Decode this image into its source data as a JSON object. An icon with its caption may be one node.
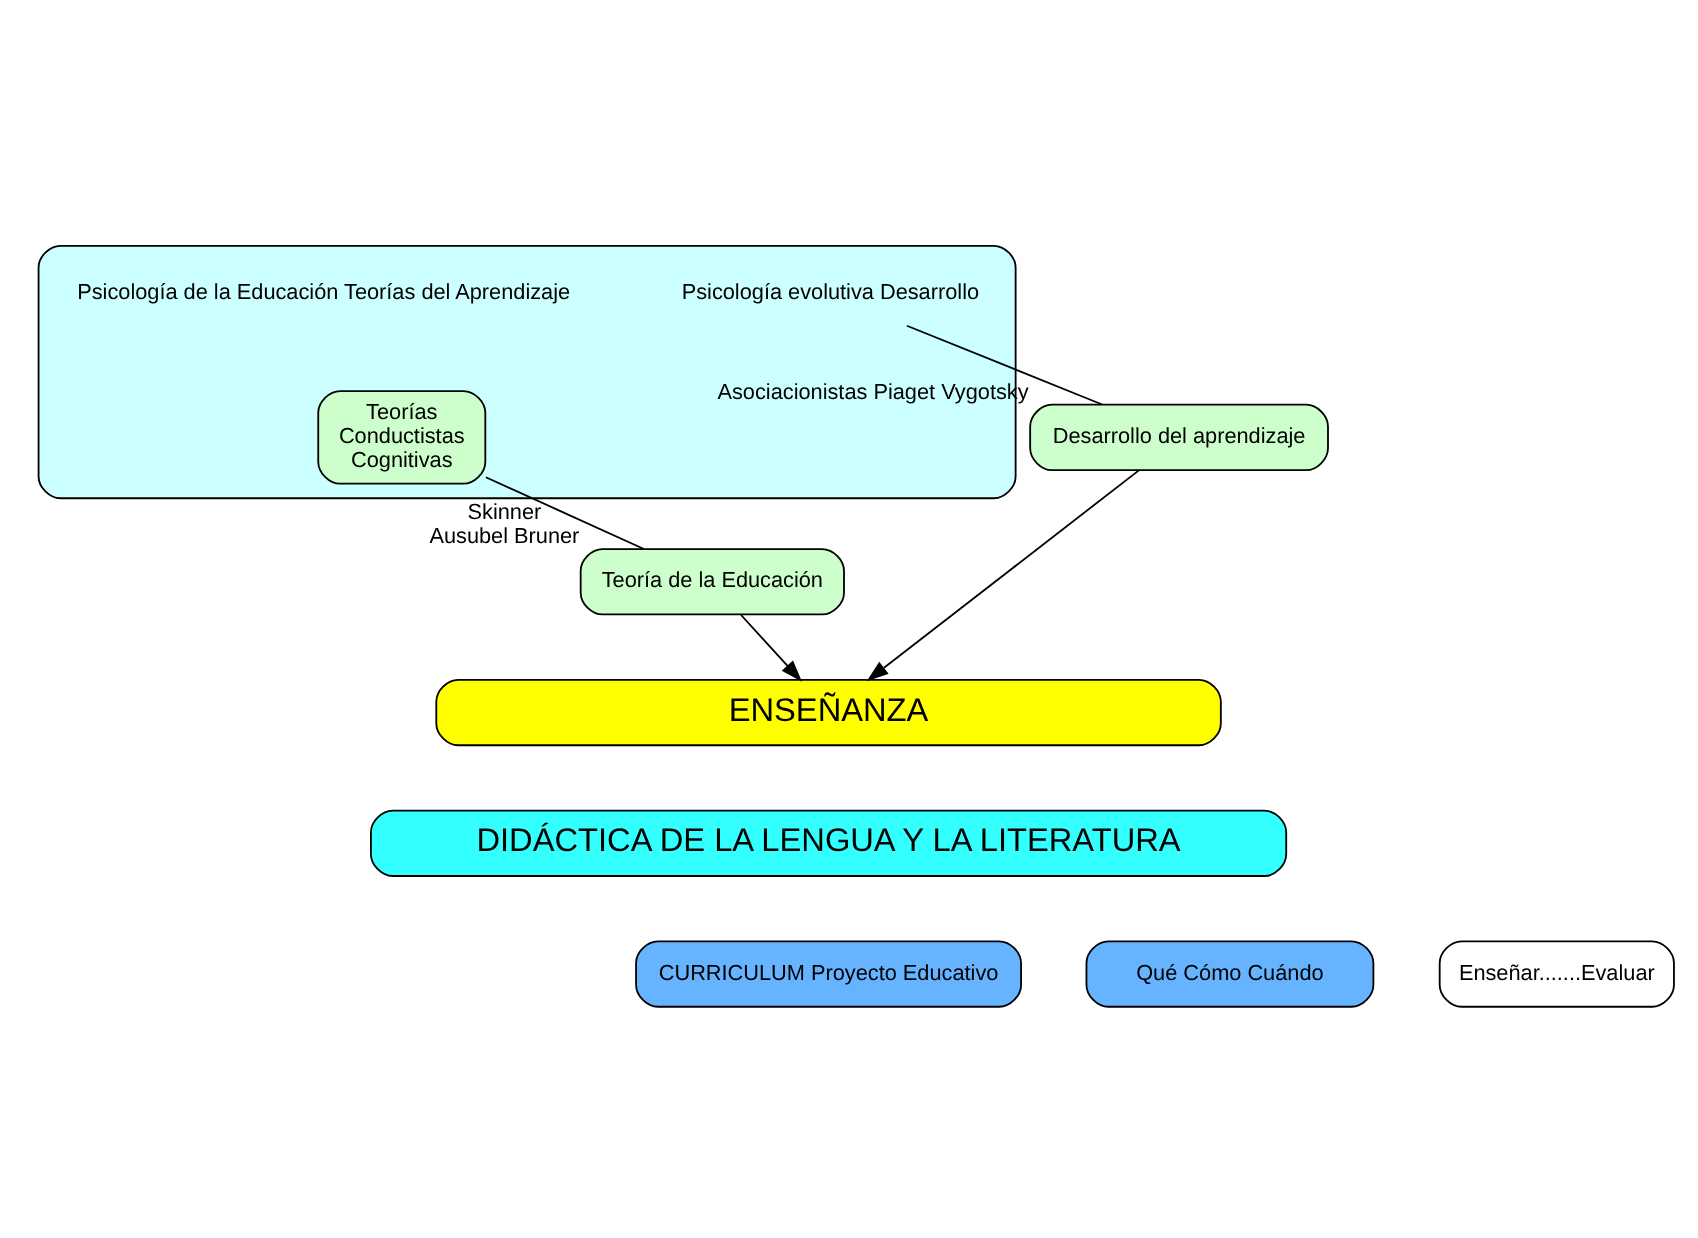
{
  "diagram": {
    "nodes": [
      {
        "text": [],
        "shape": "box"
      },
      {
        "text": [
          "Psicología evolutiva Desarrollo"
        ],
        "in": 0
      },
      {
        "text": [
          "Psicología de la Educación Teorías del Aprendizaje"
        ],
        "in": 0
      },
      {
        "text": [
          "Teorías",
          "Conductistas",
          "Cognitivas"
        ],
        "in": 0
      },
      {
        "text": [
          "Desarrollo del aprendizaje"
        ],
        "beside": [
          "Asociacionistas Piaget Vygotsky"
        ]
      },
      {
        "text": [
          "Teoría de la Educación"
        ],
        "beside": [
          "Skinner",
          "Ausubel Bruner"
        ]
      },
      {
        "text": [
          "ENSEÑANZA"
        ]
      },
      {
        "text": [
          "DIDÁCTICA DE LA LENGUA Y LA LITERATURA"
        ]
      },
      {
        "text": [
          "CURRICULUM Proyecto Educativo"
        ]
      },
      {
        "text": [
          "Qué Cómo Cuándo"
        ]
      },
      {
        "text": [
          "Enseñar.......Evaluar"
        ]
      }
    ],
    "edges": [
      {
        "from": 1,
        "to": 4,
        "arrow": "none"
      },
      {
        "from": 3,
        "to": 5,
        "arrow": "none"
      },
      {
        "from": 4,
        "to": 6,
        "arrow": "to"
      },
      {
        "from": 5,
        "to": 6,
        "arrow": "to"
      }
    ]
  }
}
